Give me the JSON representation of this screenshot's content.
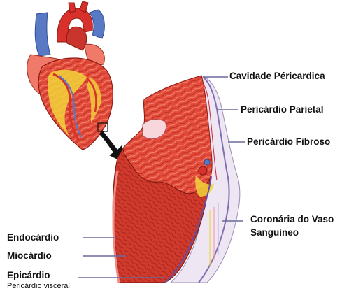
{
  "labels": {
    "cavidade": "Cavidade Péricardica",
    "parietal": "Pericárdio Parietal",
    "fibroso": "Pericárdio Fibroso",
    "coronaria_l1": "Coronária do Vaso",
    "coronaria_l2": "Sanguíneo",
    "endocardio": "Endocárdio",
    "miocardio": "Miocárdio",
    "epicardio": "Epicárdio",
    "visceral": "Pericárdio visceral"
  },
  "colors": {
    "myocardium": "#e24b3a",
    "myocardium_dark": "#b8281f",
    "fat": "#f2d43a",
    "vessel_blue": "#5a79c4",
    "pericardium_layer": "#ece6f2",
    "pointer_line": "#6a6a9a"
  }
}
